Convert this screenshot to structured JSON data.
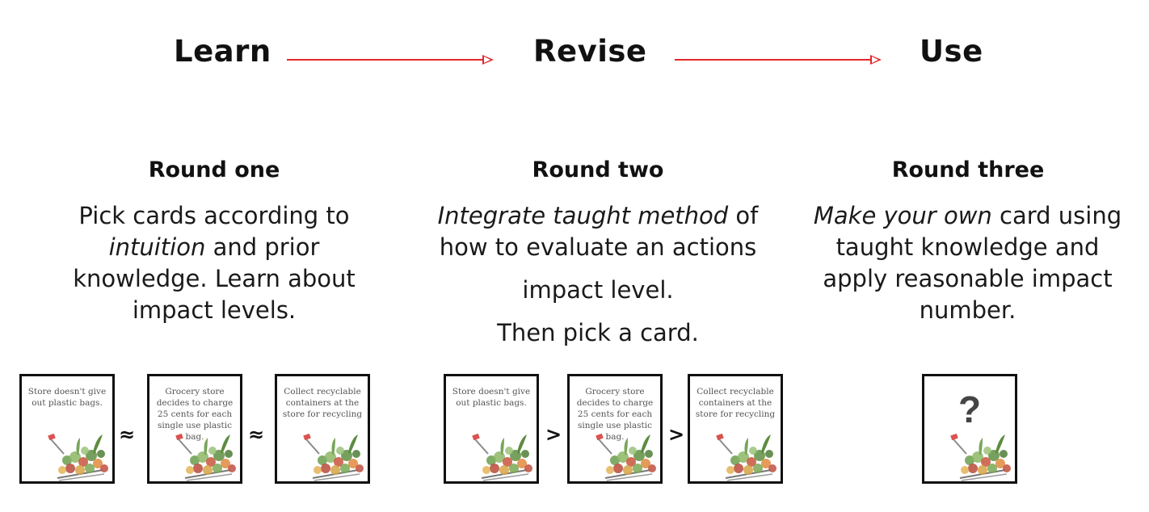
{
  "stages": [
    "Learn",
    "Revise",
    "Use"
  ],
  "rounds": [
    {
      "title": "Round one",
      "lines": [
        {
          "parts": [
            {
              "t": "Pick cards according to",
              "i": false
            }
          ]
        },
        {
          "parts": [
            {
              "t": "intuition",
              "i": true
            },
            {
              "t": " and prior",
              "i": false
            }
          ]
        },
        {
          "parts": [
            {
              "t": "knowledge. Learn about",
              "i": false
            }
          ]
        },
        {
          "parts": [
            {
              "t": "impact levels.",
              "i": false
            }
          ]
        }
      ],
      "operator": "≈"
    },
    {
      "title": "Round two",
      "lines": [
        {
          "parts": [
            {
              "t": "Integrate taught method",
              "i": true
            },
            {
              "t": " of",
              "i": false
            }
          ]
        },
        {
          "parts": [
            {
              "t": "how to evaluate an actions",
              "i": false
            }
          ]
        },
        {
          "gap": true
        },
        {
          "parts": [
            {
              "t": "impact level.",
              "i": false
            }
          ]
        },
        {
          "gap": true
        },
        {
          "parts": [
            {
              "t": "Then pick a card.",
              "i": false
            }
          ]
        }
      ],
      "operator": ">"
    },
    {
      "title": "Round three",
      "lines": [
        {
          "parts": [
            {
              "t": "Make your own",
              "i": true
            },
            {
              "t": " card using",
              "i": false
            }
          ]
        },
        {
          "parts": [
            {
              "t": "taught knowledge and",
              "i": false
            }
          ]
        },
        {
          "parts": [
            {
              "t": "apply reasonable impact",
              "i": false
            }
          ]
        },
        {
          "parts": [
            {
              "t": "number.",
              "i": false
            }
          ]
        }
      ]
    }
  ],
  "cards": [
    "Store doesn't give out plastic bags.",
    "Grocery store decides to charge 25 cents for each single use plastic bag.",
    "Collect recyclable containers at the store for recycling"
  ],
  "mystery_card": "?",
  "colors": {
    "arrow": "#e3262b"
  }
}
